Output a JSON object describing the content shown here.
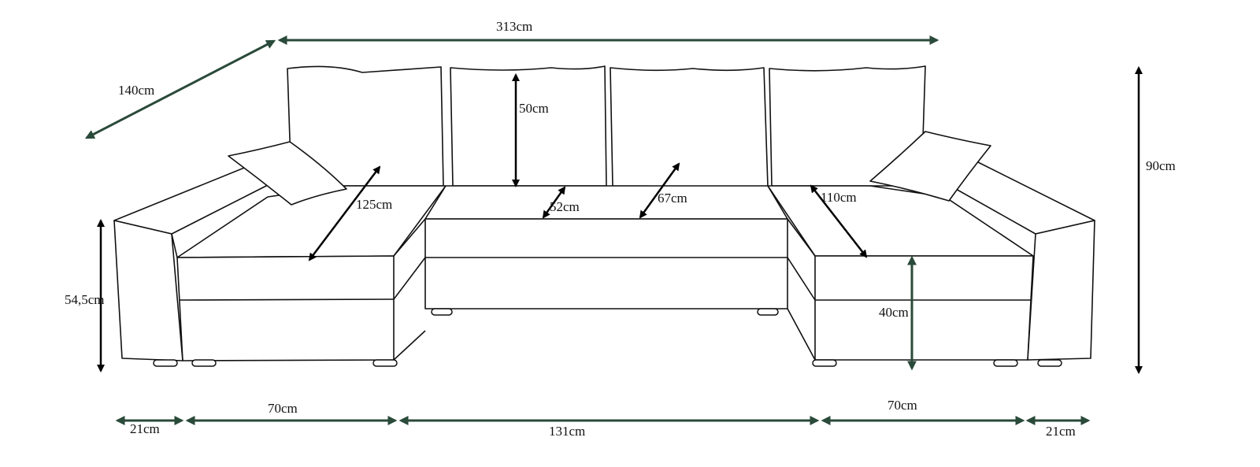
{
  "title": "Sofa dimensions diagram",
  "colors": {
    "dimension_green": "#2a4a3a",
    "dimension_black": "#000000",
    "outline": "#111111"
  },
  "dimensions": {
    "total_width": "313cm",
    "chaise_depth": "140cm",
    "cushion_height": "50cm",
    "left_chaise_length": "125cm",
    "seat_depth": "52cm",
    "middle_depth": "67cm",
    "right_chaise_length": "110cm",
    "total_height": "90cm",
    "arm_height": "54,5cm",
    "seat_height": "40cm",
    "left_arm_width": "21cm",
    "left_seat_width": "70cm",
    "middle_width": "131cm",
    "right_seat_width": "70cm",
    "right_arm_width": "21cm"
  }
}
